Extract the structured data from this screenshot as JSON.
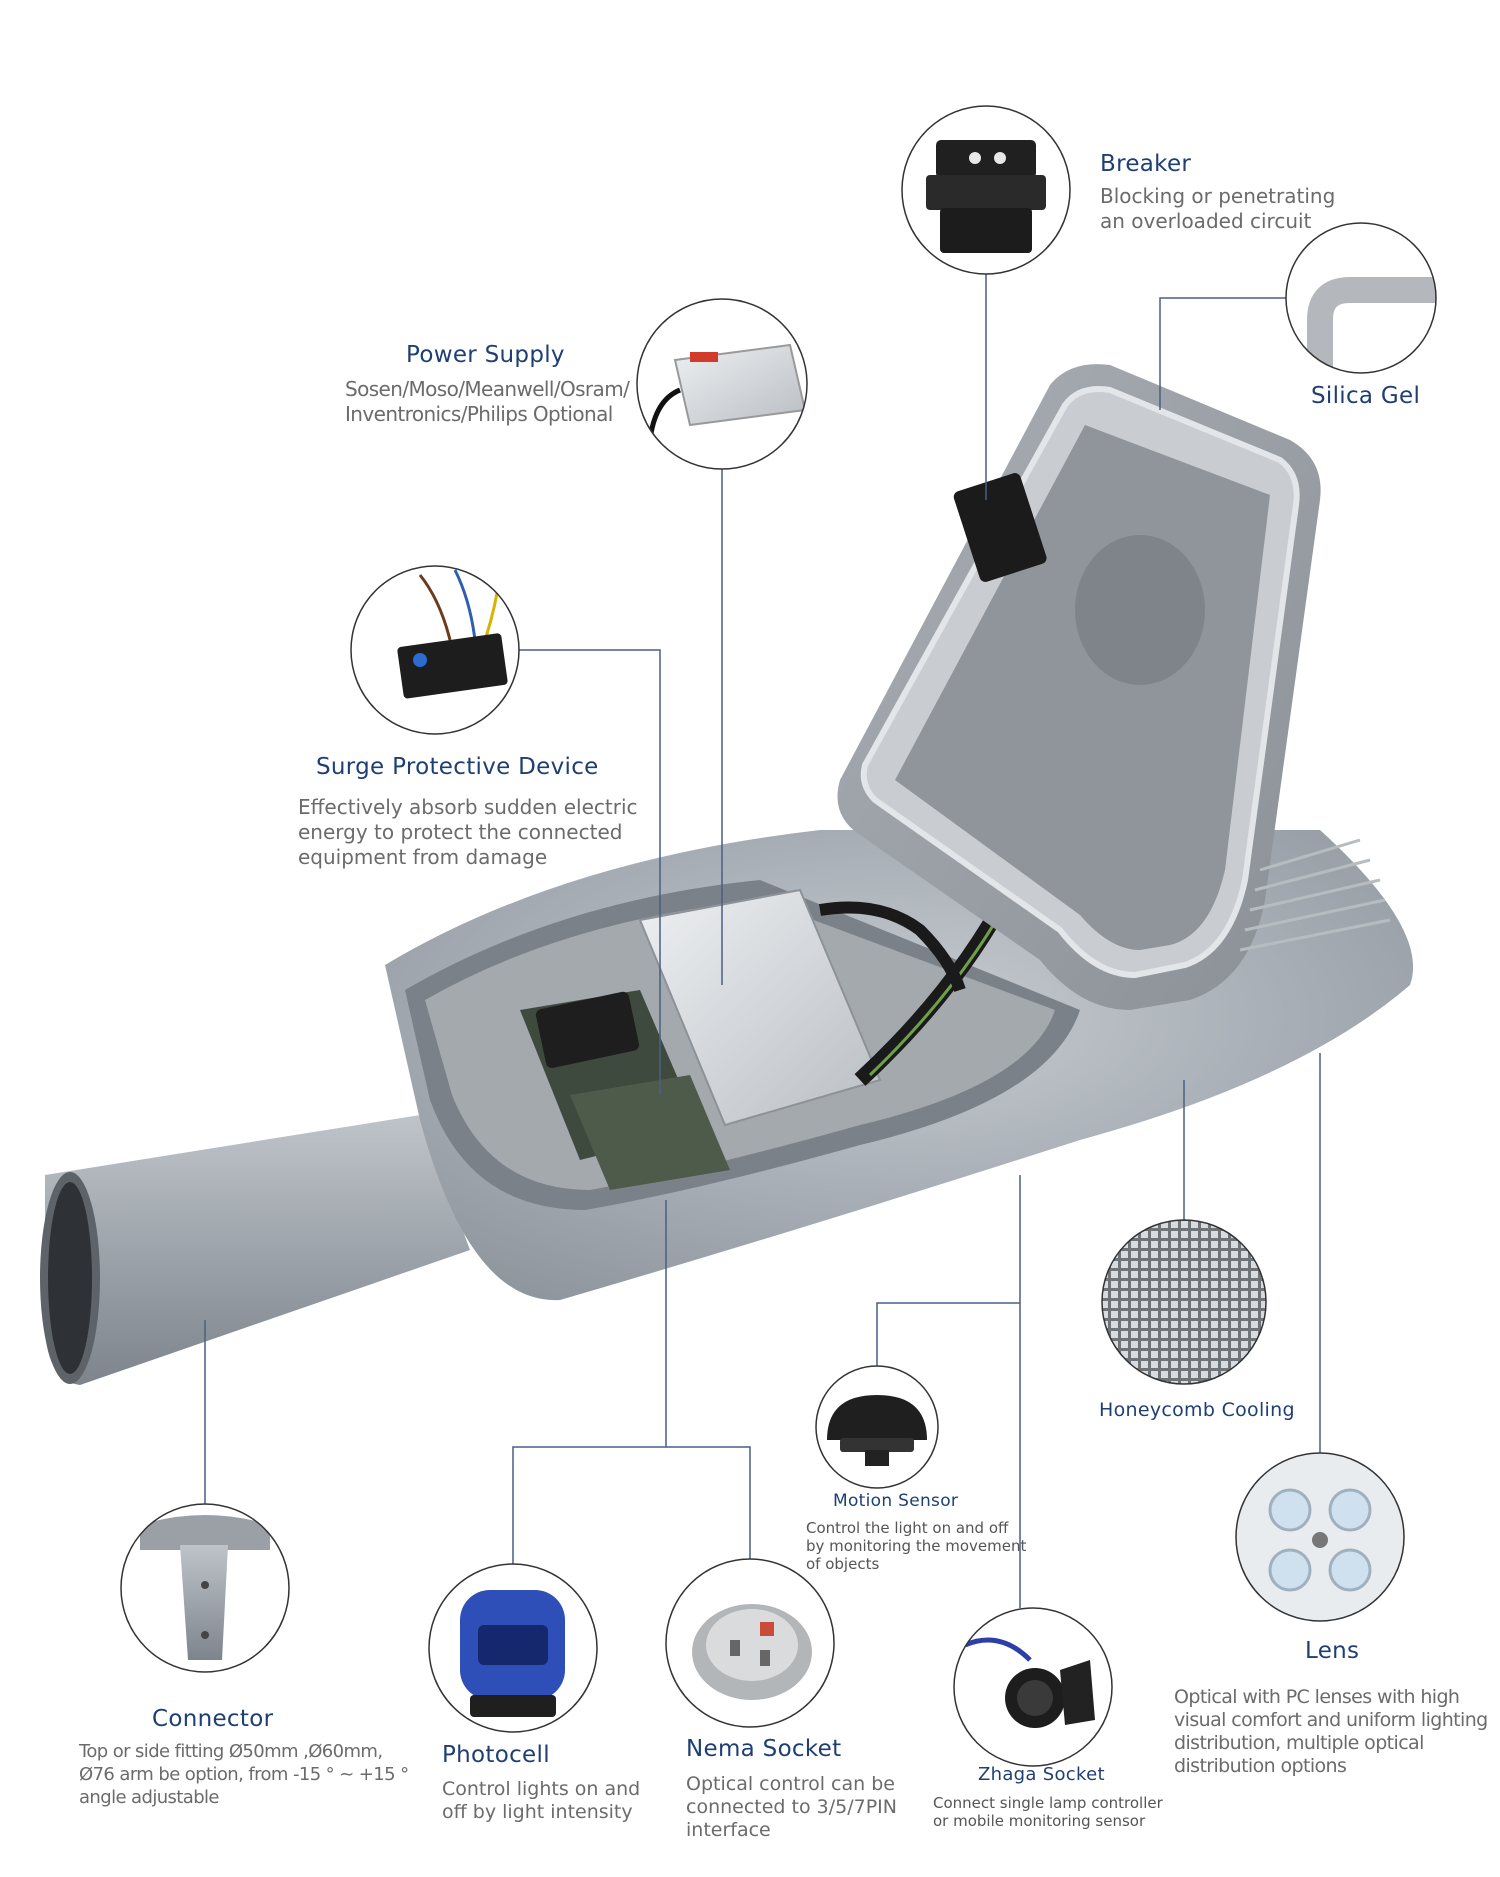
{
  "components": {
    "breaker": {
      "title": "Breaker",
      "desc": [
        "Blocking or penetrating",
        "an overloaded circuit"
      ]
    },
    "silica_gel": {
      "title": "Silica Gel"
    },
    "power_supply": {
      "title": "Power Supply",
      "desc": [
        "Sosen/Moso/Meanwell/Osram/",
        "Inventronics/Philips Optional"
      ]
    },
    "surge": {
      "title": "Surge Protective Device",
      "desc": [
        "Effectively absorb sudden electric",
        "energy to protect the connected",
        "equipment from damage"
      ]
    },
    "honeycomb": {
      "title": "Honeycomb Cooling"
    },
    "motion": {
      "title": "Motion Sensor",
      "desc": [
        "Control the light on and off",
        "by monitoring the movement",
        "of objects"
      ]
    },
    "lens": {
      "title": "Lens",
      "desc": [
        "Optical with PC lenses with high",
        "visual comfort and uniform lighting",
        "distribution, multiple optical",
        "distribution options"
      ]
    },
    "connector": {
      "title": "Connector",
      "desc": [
        "Top or side fitting Ø50mm ,Ø60mm,",
        "Ø76 arm be option, from -15 ° ~ +15 °",
        "angle adjustable"
      ]
    },
    "photocell": {
      "title": "Photocell",
      "desc": [
        "Control lights on and",
        "off by light intensity"
      ]
    },
    "nema": {
      "title": "Nema Socket",
      "desc": [
        "Optical control can be",
        "connected to 3/5/7PIN",
        "interface"
      ]
    },
    "zhaga": {
      "title": "Zhaga Socket",
      "desc": [
        "Connect single lamp controller",
        "or mobile monitoring sensor"
      ]
    }
  }
}
